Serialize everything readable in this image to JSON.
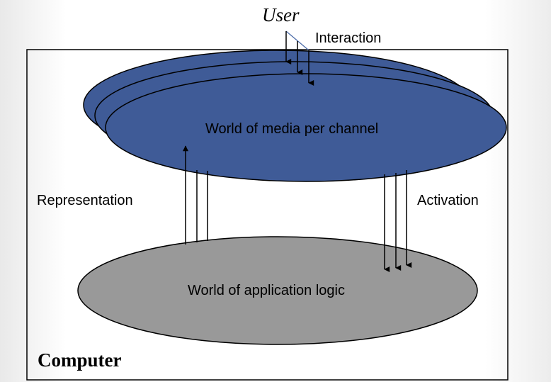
{
  "diagram": {
    "user_label": "User",
    "interaction_label": "Interaction",
    "media_world_label": "World of media per channel",
    "representation_label": "Representation",
    "activation_label": "Activation",
    "logic_world_label": "World of application logic",
    "computer_label": "Computer",
    "colors": {
      "media_fill": "#3f5b97",
      "logic_fill": "#999999",
      "stroke": "#000000",
      "interaction_line": "#4a6aa8"
    }
  }
}
